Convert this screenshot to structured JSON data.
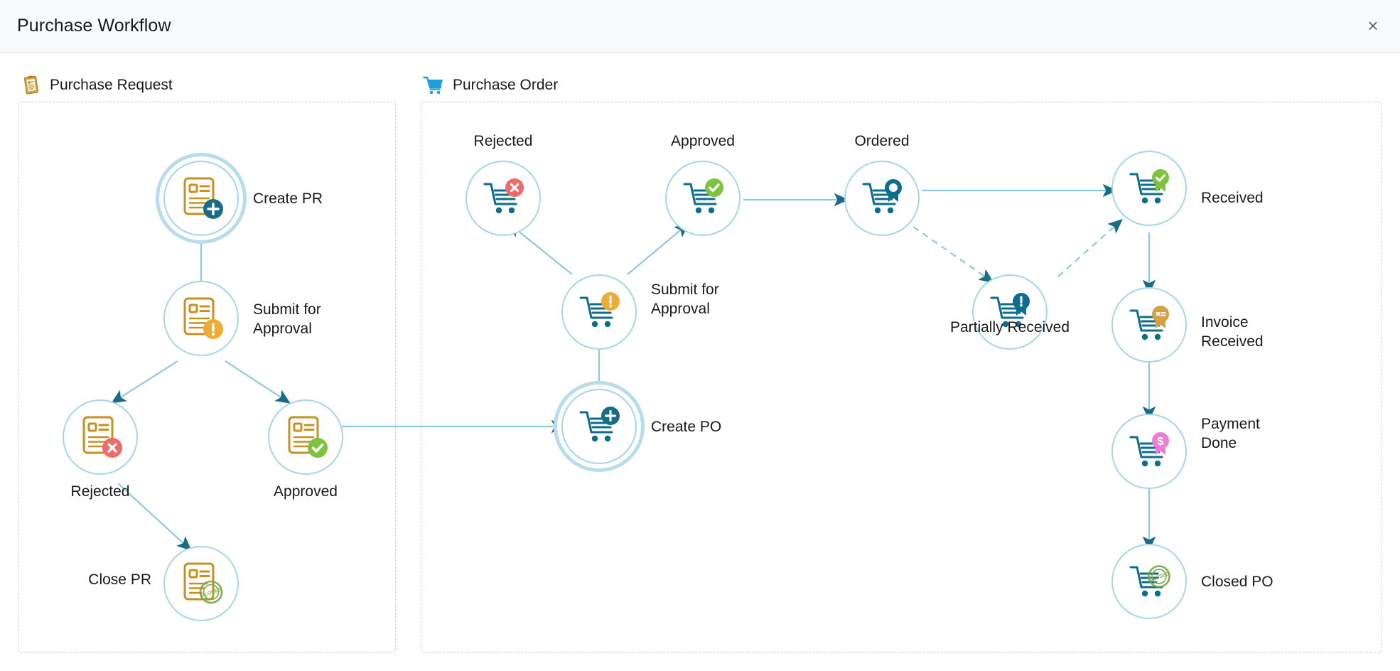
{
  "window": {
    "title": "Purchase Workflow",
    "close_label": "×",
    "close_icon": "close-icon"
  },
  "theme": {
    "ring": "#a8d5e8",
    "ring_outer": "#b9dceb",
    "edge": "#8fc9de",
    "arrow": "#1a6b87",
    "doc_gold": "#c8911f",
    "cart_teal": "#0c6d8e",
    "badge_add": "#1a6b87",
    "badge_warn": "#f0ab34",
    "badge_reject": "#ef6a6a",
    "badge_approve": "#7ec242",
    "badge_money": "#e87fd4",
    "badge_invoice": "#d4a146",
    "badge_stamp": "#7aa64a",
    "panel_border": "#c8cdd2",
    "titlebar_bg": "#f8f9fa",
    "text": "#1a1a1a"
  },
  "sections": [
    {
      "id": "purchase-request",
      "label": "Purchase Request",
      "icon": "document-clipboard-icon"
    },
    {
      "id": "purchase-order",
      "label": "Purchase Order",
      "icon": "shopping-cart-icon"
    }
  ],
  "chart_data": {
    "type": "diagram",
    "title": "Purchase Workflow",
    "lanes": [
      "Purchase Request",
      "Purchase Order"
    ],
    "nodes": [
      {
        "id": "pr-create",
        "lane": "Purchase Request",
        "label": "Create PR",
        "icon": "document-icon",
        "badge": "plus-badge",
        "emphasis": "double-ring"
      },
      {
        "id": "pr-submit",
        "lane": "Purchase Request",
        "label": "Submit for\nApproval",
        "icon": "document-icon",
        "badge": "exclamation-badge",
        "emphasis": "single-ring"
      },
      {
        "id": "pr-rejected",
        "lane": "Purchase Request",
        "label": "Rejected",
        "icon": "document-icon",
        "badge": "cross-badge",
        "emphasis": "single-ring"
      },
      {
        "id": "pr-approved",
        "lane": "Purchase Request",
        "label": "Approved",
        "icon": "document-icon",
        "badge": "check-badge",
        "emphasis": "single-ring"
      },
      {
        "id": "pr-close",
        "lane": "Purchase Request",
        "label": "Close PR",
        "icon": "document-icon",
        "badge": "stamp-badge",
        "emphasis": "single-ring"
      },
      {
        "id": "po-rejected",
        "lane": "Purchase Order",
        "label": "Rejected",
        "icon": "cart-icon",
        "badge": "cross-badge",
        "emphasis": "single-ring"
      },
      {
        "id": "po-submit",
        "lane": "Purchase Order",
        "label": "Submit for\nApproval",
        "icon": "cart-icon",
        "badge": "exclamation-badge",
        "emphasis": "single-ring"
      },
      {
        "id": "po-approved",
        "lane": "Purchase Order",
        "label": "Approved",
        "icon": "cart-icon",
        "badge": "check-badge",
        "emphasis": "single-ring"
      },
      {
        "id": "po-create",
        "lane": "Purchase Order",
        "label": "Create PO",
        "icon": "cart-icon",
        "badge": "plus-badge",
        "emphasis": "double-ring"
      },
      {
        "id": "po-ordered",
        "lane": "Purchase Order",
        "label": "Ordered",
        "icon": "cart-icon",
        "badge": "ribbon-teal-badge",
        "emphasis": "single-ring"
      },
      {
        "id": "po-partial",
        "lane": "Purchase Order",
        "label": "Partially Received",
        "icon": "cart-icon",
        "badge": "ribbon-warn-badge",
        "emphasis": "single-ring"
      },
      {
        "id": "po-received",
        "lane": "Purchase Order",
        "label": "Received",
        "icon": "cart-icon",
        "badge": "ribbon-check-badge",
        "emphasis": "single-ring"
      },
      {
        "id": "po-invoice",
        "lane": "Purchase Order",
        "label": "Invoice\nReceived",
        "icon": "cart-icon",
        "badge": "ribbon-invoice-badge",
        "emphasis": "single-ring"
      },
      {
        "id": "po-payment",
        "lane": "Purchase Order",
        "label": "Payment\nDone",
        "icon": "cart-icon",
        "badge": "ribbon-money-badge",
        "emphasis": "single-ring"
      },
      {
        "id": "po-closed",
        "lane": "Purchase Order",
        "label": "Closed PO",
        "icon": "cart-icon",
        "badge": "stamp-badge",
        "emphasis": "single-ring"
      }
    ],
    "edges": [
      {
        "from": "pr-create",
        "to": "pr-submit",
        "style": "solid"
      },
      {
        "from": "pr-submit",
        "to": "pr-rejected",
        "style": "solid"
      },
      {
        "from": "pr-submit",
        "to": "pr-approved",
        "style": "solid"
      },
      {
        "from": "pr-rejected",
        "to": "pr-close",
        "style": "solid"
      },
      {
        "from": "pr-approved",
        "to": "po-create",
        "style": "solid"
      },
      {
        "from": "po-create",
        "to": "po-submit",
        "style": "solid"
      },
      {
        "from": "po-submit",
        "to": "po-rejected",
        "style": "solid"
      },
      {
        "from": "po-submit",
        "to": "po-approved",
        "style": "solid"
      },
      {
        "from": "po-approved",
        "to": "po-ordered",
        "style": "solid"
      },
      {
        "from": "po-ordered",
        "to": "po-received",
        "style": "solid"
      },
      {
        "from": "po-ordered",
        "to": "po-partial",
        "style": "dashed"
      },
      {
        "from": "po-partial",
        "to": "po-received",
        "style": "dashed"
      },
      {
        "from": "po-received",
        "to": "po-invoice",
        "style": "solid"
      },
      {
        "from": "po-invoice",
        "to": "po-payment",
        "style": "solid"
      },
      {
        "from": "po-payment",
        "to": "po-closed",
        "style": "solid"
      }
    ]
  },
  "labels": {
    "pr_create": "Create PR",
    "pr_submit": "Submit for\nApproval",
    "pr_rejected": "Rejected",
    "pr_approved": "Approved",
    "pr_close": "Close PR",
    "po_rejected": "Rejected",
    "po_submit": "Submit for\nApproval",
    "po_approved": "Approved",
    "po_create": "Create PO",
    "po_ordered": "Ordered",
    "po_partial": "Partially Received",
    "po_received": "Received",
    "po_invoice": "Invoice\nReceived",
    "po_payment": "Payment\nDone",
    "po_closed": "Closed PO"
  }
}
